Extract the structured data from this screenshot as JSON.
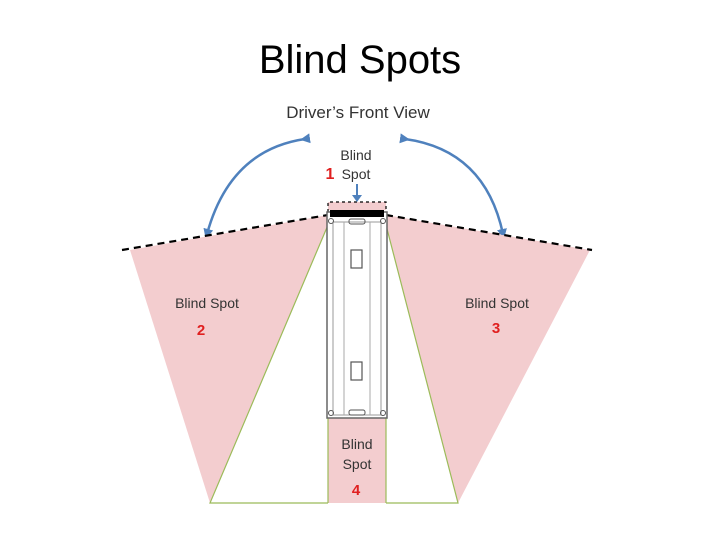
{
  "slide": {
    "title": "Blind Spots"
  },
  "diagram": {
    "front_view_label": "Driver’s Front View",
    "spots": [
      {
        "number": "1",
        "line1": "Blind",
        "line2": "Spot"
      },
      {
        "number": "2",
        "line1": "Blind Spot",
        "line2": ""
      },
      {
        "number": "3",
        "line1": "Blind Spot",
        "line2": ""
      },
      {
        "number": "4",
        "line1": "Blind",
        "line2": "Spot"
      }
    ],
    "colors": {
      "zone_fill": "#f3cdcf",
      "zone_edge": "#9bbb59",
      "arrow": "#4f81bd",
      "number": "#e02020",
      "label": "#333333",
      "dashed_line": "#000000"
    }
  }
}
